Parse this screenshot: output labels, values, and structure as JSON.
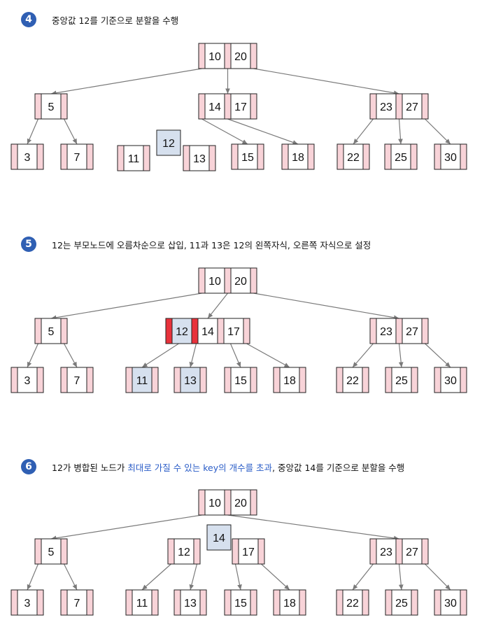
{
  "colors": {
    "pointer": "#f8d3d8",
    "pointer_active": "#e8323b",
    "key_highlight": "#d6e0ee",
    "border": "#222222",
    "edge": "#7a7a7a",
    "badge": "#2f5fb3",
    "accent_text": "#2a5cc7"
  },
  "steps": [
    {
      "number": "4",
      "text_parts": [
        "중앙값 12를 기준으로 분할을 수행"
      ],
      "nodes": [
        {
          "id": "r",
          "keys": [
            "10",
            "20"
          ]
        },
        {
          "id": "a",
          "keys": [
            "5"
          ]
        },
        {
          "id": "b",
          "keys": [
            "14",
            "17"
          ]
        },
        {
          "id": "c",
          "keys": [
            "23",
            "27"
          ]
        },
        {
          "id": "l3",
          "keys": [
            "3"
          ]
        },
        {
          "id": "l7",
          "keys": [
            "7"
          ]
        },
        {
          "id": "l11",
          "keys": [
            "11"
          ]
        },
        {
          "id": "m12",
          "keys": [
            "12"
          ],
          "style": "floating"
        },
        {
          "id": "l13",
          "keys": [
            "13"
          ]
        },
        {
          "id": "l15",
          "keys": [
            "15"
          ]
        },
        {
          "id": "l18",
          "keys": [
            "18"
          ]
        },
        {
          "id": "l22",
          "keys": [
            "22"
          ]
        },
        {
          "id": "l25",
          "keys": [
            "25"
          ]
        },
        {
          "id": "l30",
          "keys": [
            "30"
          ]
        }
      ],
      "edges": [
        [
          "r",
          "a"
        ],
        [
          "r",
          "b"
        ],
        [
          "r",
          "c"
        ],
        [
          "a",
          "l3"
        ],
        [
          "a",
          "l7"
        ],
        [
          "b",
          "l15"
        ],
        [
          "b",
          "l18"
        ],
        [
          "c",
          "l22"
        ],
        [
          "c",
          "l25"
        ],
        [
          "c",
          "l30"
        ]
      ]
    },
    {
      "number": "5",
      "text_parts": [
        "12는 부모노드에 오름차순으로 삽입, 11과 13은 12의 왼쪽자식, 오른쪽 자식으로 설정"
      ],
      "nodes": [
        {
          "id": "r",
          "keys": [
            "10",
            "20"
          ]
        },
        {
          "id": "a",
          "keys": [
            "5"
          ]
        },
        {
          "id": "b",
          "keys": [
            "12",
            "14",
            "17"
          ],
          "highlight_key": 0
        },
        {
          "id": "c",
          "keys": [
            "23",
            "27"
          ]
        },
        {
          "id": "l3",
          "keys": [
            "3"
          ]
        },
        {
          "id": "l7",
          "keys": [
            "7"
          ]
        },
        {
          "id": "l11",
          "keys": [
            "11"
          ],
          "highlight_key": 0
        },
        {
          "id": "l13",
          "keys": [
            "13"
          ],
          "highlight_key": 0
        },
        {
          "id": "l15",
          "keys": [
            "15"
          ]
        },
        {
          "id": "l18",
          "keys": [
            "18"
          ]
        },
        {
          "id": "l22",
          "keys": [
            "22"
          ]
        },
        {
          "id": "l25",
          "keys": [
            "25"
          ]
        },
        {
          "id": "l30",
          "keys": [
            "30"
          ]
        }
      ],
      "edges": [
        [
          "r",
          "a"
        ],
        [
          "r",
          "b"
        ],
        [
          "r",
          "c"
        ],
        [
          "a",
          "l3"
        ],
        [
          "a",
          "l7"
        ],
        [
          "b",
          "l11"
        ],
        [
          "b",
          "l13"
        ],
        [
          "b",
          "l15"
        ],
        [
          "b",
          "l18"
        ],
        [
          "c",
          "l22"
        ],
        [
          "c",
          "l25"
        ],
        [
          "c",
          "l30"
        ]
      ]
    },
    {
      "number": "6",
      "text_parts": [
        "12가 병합된 노드가 ",
        "최대로 가질 수 있는 key의 개수를 초과",
        ", 중앙값 14를 기준으로 분할을 수행"
      ],
      "nodes": [
        {
          "id": "r",
          "keys": [
            "10",
            "20"
          ]
        },
        {
          "id": "a",
          "keys": [
            "5"
          ]
        },
        {
          "id": "b1",
          "keys": [
            "12"
          ]
        },
        {
          "id": "m14",
          "keys": [
            "14"
          ],
          "style": "floating"
        },
        {
          "id": "b2",
          "keys": [
            "17"
          ]
        },
        {
          "id": "c",
          "keys": [
            "23",
            "27"
          ]
        },
        {
          "id": "l3",
          "keys": [
            "3"
          ]
        },
        {
          "id": "l7",
          "keys": [
            "7"
          ]
        },
        {
          "id": "l11",
          "keys": [
            "11"
          ]
        },
        {
          "id": "l13",
          "keys": [
            "13"
          ]
        },
        {
          "id": "l15",
          "keys": [
            "15"
          ]
        },
        {
          "id": "l18",
          "keys": [
            "18"
          ]
        },
        {
          "id": "l22",
          "keys": [
            "22"
          ]
        },
        {
          "id": "l25",
          "keys": [
            "25"
          ]
        },
        {
          "id": "l30",
          "keys": [
            "30"
          ]
        }
      ],
      "edges": [
        [
          "r",
          "a"
        ],
        [
          "r",
          "c"
        ],
        [
          "a",
          "l3"
        ],
        [
          "a",
          "l7"
        ],
        [
          "b1",
          "l11"
        ],
        [
          "b1",
          "l13"
        ],
        [
          "b2",
          "l15"
        ],
        [
          "b2",
          "l18"
        ],
        [
          "c",
          "l22"
        ],
        [
          "c",
          "l25"
        ],
        [
          "c",
          "l30"
        ]
      ]
    }
  ]
}
